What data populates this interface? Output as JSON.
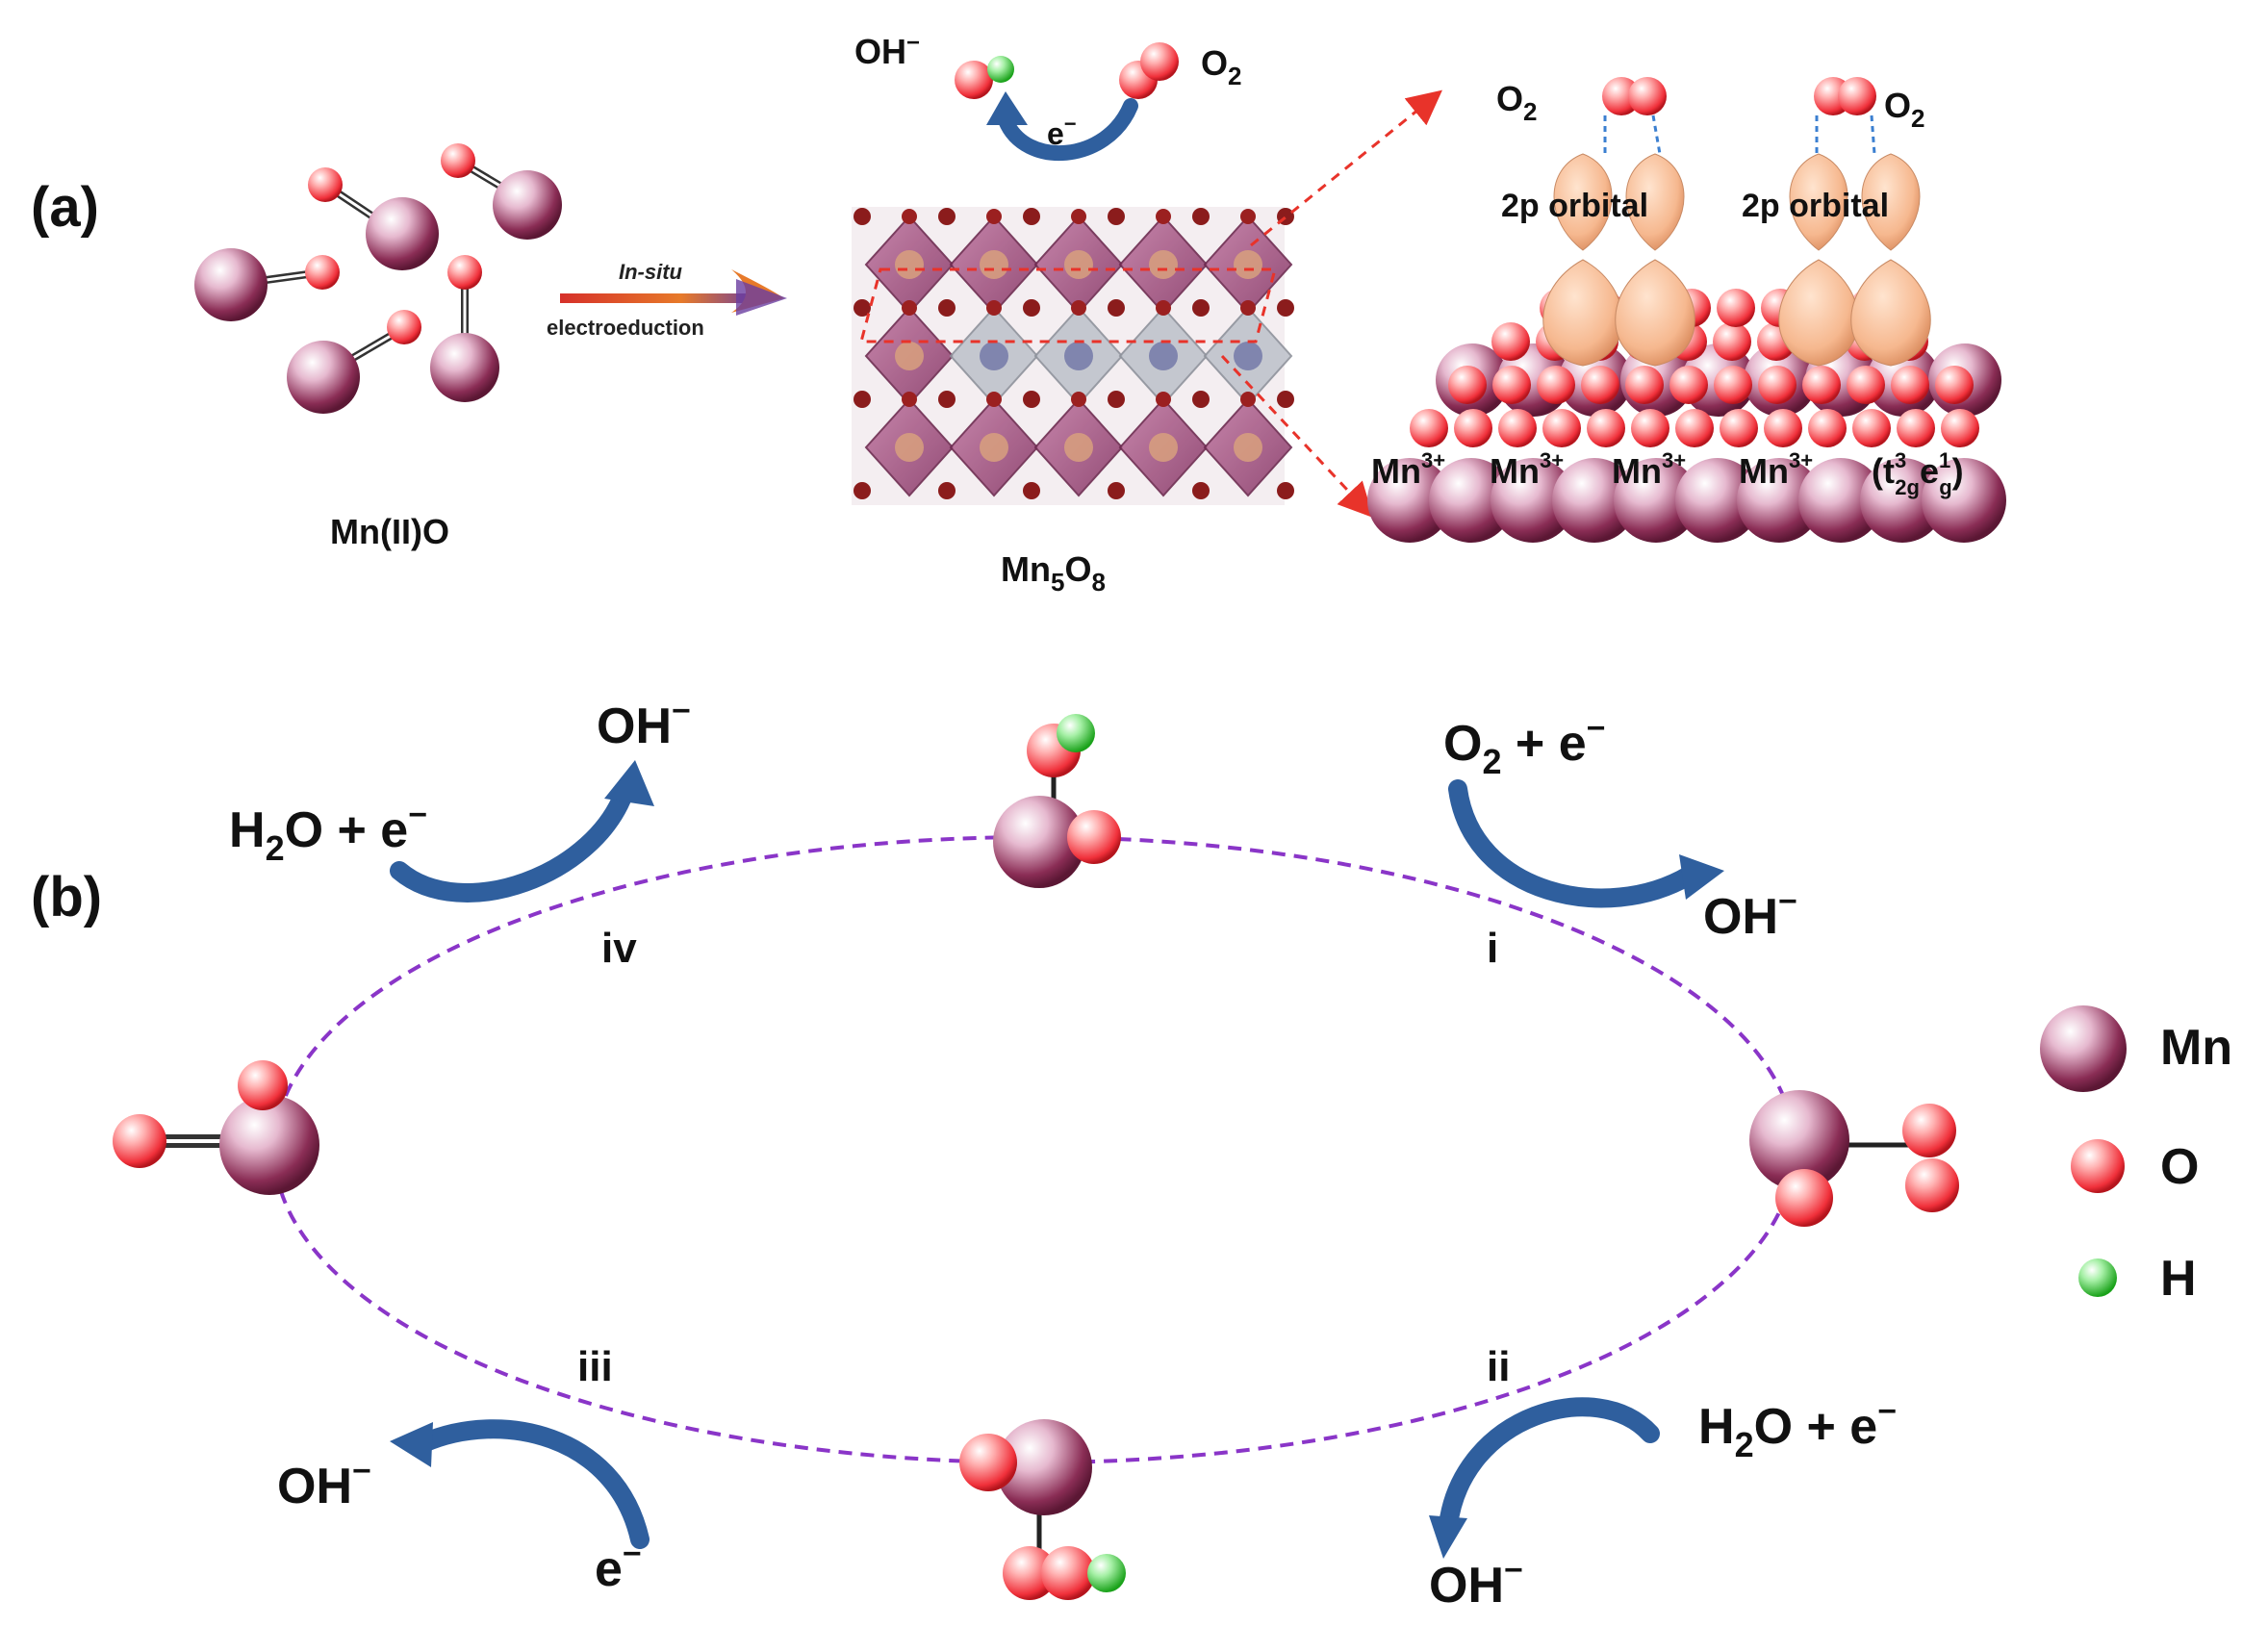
{
  "panel_a": {
    "label": "(a)",
    "precursor_label": "Mn(II)O",
    "arrow_top": "In-situ",
    "arrow_bottom": "electroeduction",
    "product_label_main": "Mn",
    "product_sub1": "5",
    "product_label_mid": "O",
    "product_sub2": "8",
    "oh_minus": "OH",
    "minus": "−",
    "o2_top": "O",
    "two": "2",
    "electron": "e",
    "orbital_label": "2p orbital",
    "mn_ion": "Mn",
    "mn_charge": "3+",
    "config_t": "t",
    "config_t_sup": "3",
    "config_t_sub": "2g",
    "config_e": "e",
    "config_e_sup": "1",
    "config_e_sub": "g"
  },
  "panel_b": {
    "label": "(b)",
    "step_i": "i",
    "step_ii": "ii",
    "step_iii": "iii",
    "step_iv": "iv",
    "o2_plus_e": "O",
    "h2o_plus_e": "H",
    "h2o_o": "O + e",
    "plus_e": " + e",
    "oh": "OH",
    "minus": "−",
    "sub2": "2",
    "e": "e"
  },
  "legend": {
    "mn": "Mn",
    "o": "O",
    "h": "H"
  },
  "colors": {
    "mn": "#8a2d55",
    "o": "#f0303a",
    "h": "#2bcc2b",
    "arrow_blue": "#2f5f9e",
    "dashed": "#8a35c8"
  }
}
